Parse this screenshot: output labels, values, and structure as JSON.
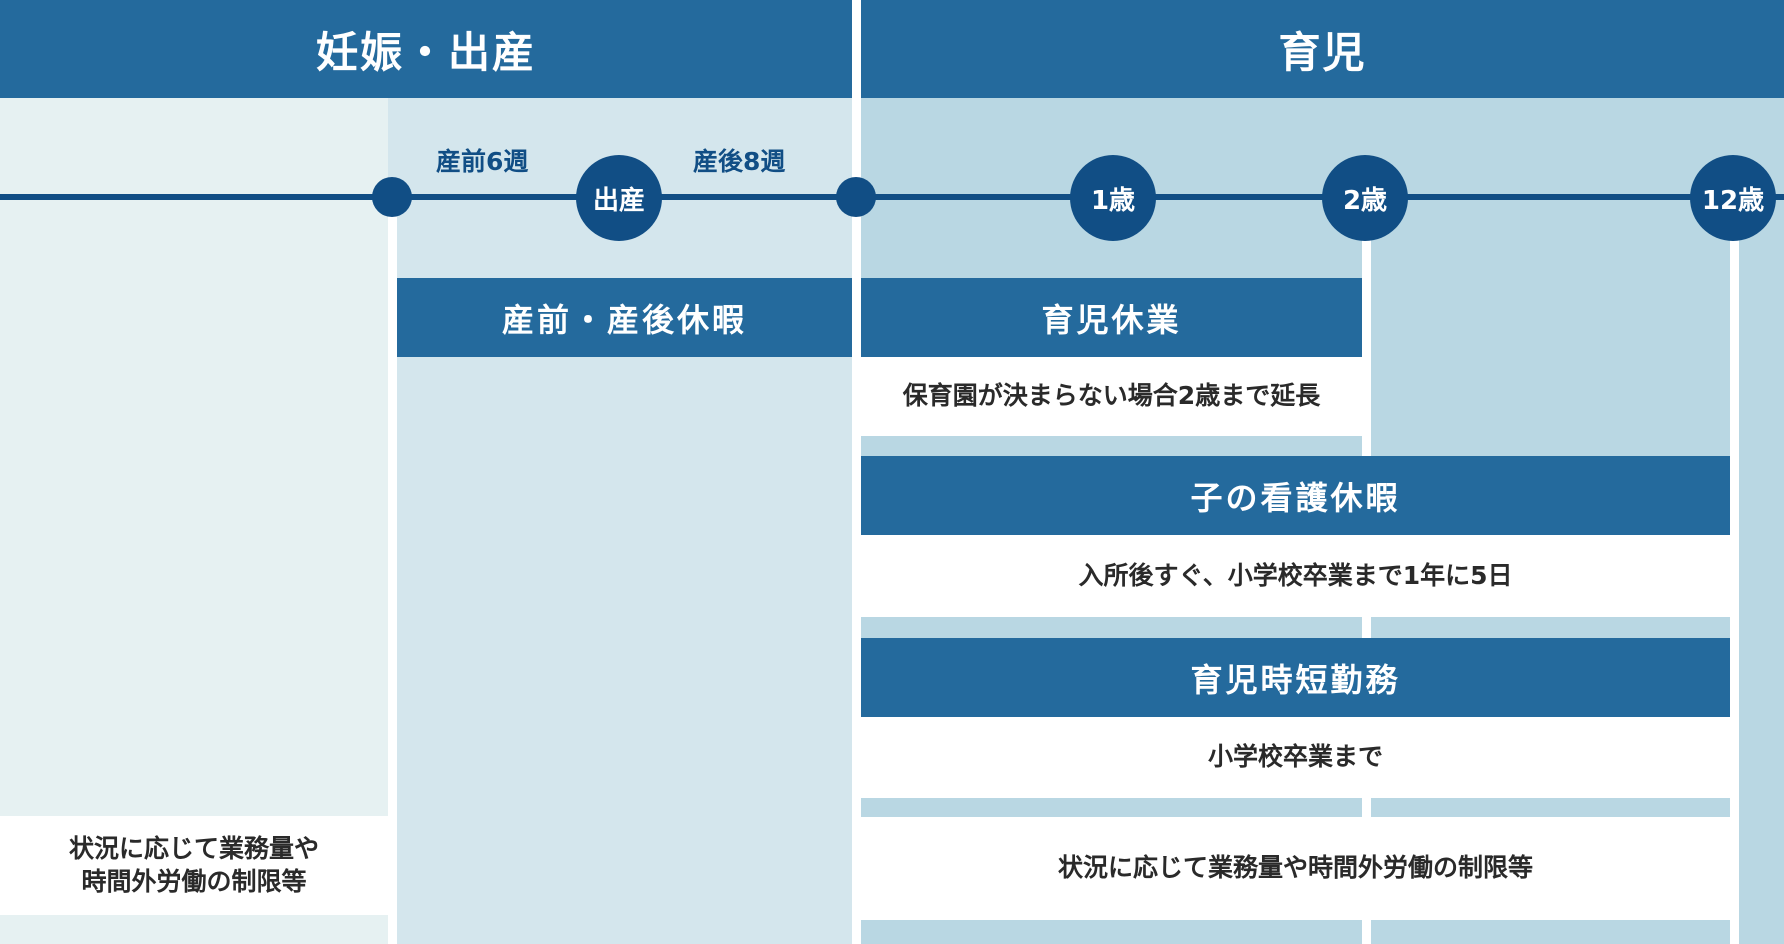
{
  "headers": {
    "pregnancy_birth": "妊娠・出産",
    "childcare": "育児"
  },
  "timeline": {
    "prenatal_weeks": "産前6週",
    "postnatal_weeks": "産後8週",
    "birth": "出産",
    "age_1": "1歳",
    "age_2": "2歳",
    "age_12": "12歳"
  },
  "programs": {
    "maternity_leave": "産前・産後休暇",
    "childcare_leave": "育児休業",
    "childcare_leave_note": "保育園が決まらない場合2歳まで延長",
    "sick_child_leave": "子の看護休暇",
    "sick_child_leave_note": "入所後すぐ、小学校卒業まで1年に5日",
    "short_hours": "育児時短勤務",
    "short_hours_note": "小学校卒業まで",
    "workload_note": "状況に応じて業務量や時間外労働の制限等",
    "pregnancy_workload_note_line1": "状況に応じて業務量や",
    "pregnancy_workload_note_line2": "時間外労働の制限等"
  },
  "colors": {
    "header": "#246a9d",
    "timeline": "#114e85",
    "pregnancy_bg": "#e6f1f2",
    "maternity_bg": "#d4e6ed",
    "childcare_bg": "#b9d7e3"
  }
}
